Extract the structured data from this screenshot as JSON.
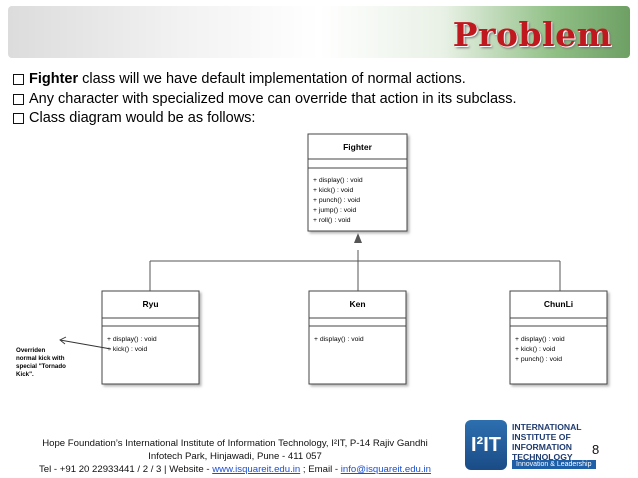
{
  "slide": {
    "title": "Problem",
    "bullets": [
      {
        "bold": "Fighter",
        "text": " class will we have default implementation of normal actions."
      },
      {
        "bold": "",
        "text": "Any character with specialized move can override that action in its subclass."
      },
      {
        "bold": "",
        "text": "Class diagram would be as follows:"
      }
    ],
    "page_number": "8"
  },
  "diagram": {
    "parent": {
      "name": "Fighter",
      "methods": [
        "+ display() : void",
        "+ kick() : void",
        "+ punch() : void",
        "+ jump() : void",
        "+ roll() : void"
      ]
    },
    "children": [
      {
        "name": "Ryu",
        "methods": [
          "+ display() : void",
          "+ kick() : void"
        ]
      },
      {
        "name": "Ken",
        "methods": [
          "+ display() : void"
        ]
      },
      {
        "name": "ChunLi",
        "methods": [
          "+ display() : void",
          "+ kick() : void",
          "+ punch() : void"
        ]
      }
    ],
    "note_lines": [
      "Overriden",
      "normal kick with",
      "special \"Tornado",
      "Kick\"."
    ]
  },
  "footer": {
    "line1": "Hope Foundation’s International Institute of Information Technology, I²IT, P-14 Rajiv Gandhi",
    "line2": "Infotech Park, Hinjawadi, Pune - 411 057",
    "tel": "Tel - +91 20 22933441 / 2 / 3  |  Website - ",
    "website": "www.isquareit.edu.in",
    "email_sep": " ; Email - ",
    "email": "info@isquareit.edu.in"
  },
  "logo": {
    "mark": "I²IT",
    "lines": [
      "INTERNATIONAL",
      "INSTITUTE OF",
      "INFORMATION",
      "TECHNOLOGY"
    ],
    "tagline": "Innovation & Leadership"
  },
  "colors": {
    "title": "#c0181f",
    "link": "#1a4fd6",
    "logo_blue": "#1f5fa8"
  }
}
